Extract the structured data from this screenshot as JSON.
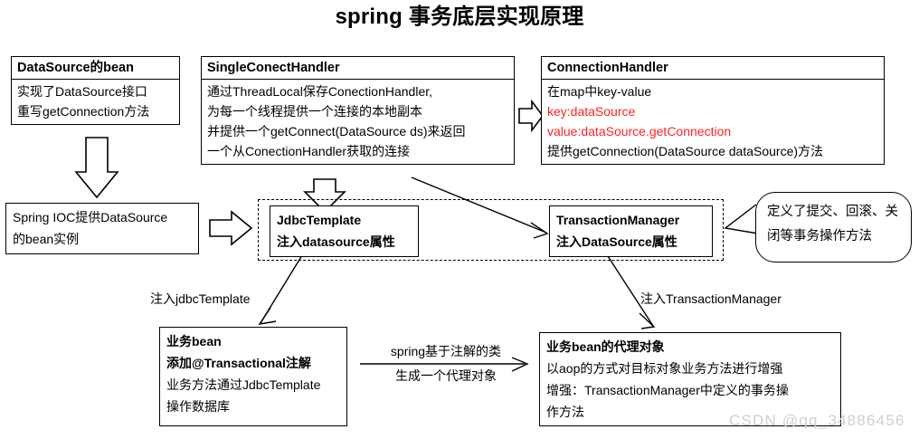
{
  "title": "spring 事务底层实现原理",
  "colors": {
    "stroke": "#000000",
    "highlight_red": "#ff2222",
    "watermark": "#cfcfcf",
    "background": "#ffffff"
  },
  "boxes": {
    "datasource_bean": {
      "header": "DataSource的bean",
      "lines": [
        "实现了DataSource接口",
        "重写getConnection方法"
      ]
    },
    "single_conect_handler": {
      "header": "SingleConectHandler",
      "lines": [
        "通过ThreadLocal保存ConectionHandler,",
        "为每一个线程提供一个连接的本地副本",
        "并提供一个getConnect(DataSource ds)来返回",
        "一个从ConectionHandler获取的连接"
      ]
    },
    "connection_handler": {
      "header": "ConnectionHandler",
      "lines": [
        {
          "text": "在map中key-value",
          "color": "black"
        },
        {
          "text": "key:dataSource",
          "color": "red"
        },
        {
          "text": "value:dataSource.getConnection",
          "color": "red"
        },
        {
          "text": "提供getConnection(DataSource dataSource)方法",
          "color": "black"
        }
      ]
    },
    "spring_ioc": {
      "lines": [
        "Spring IOC提供DataSource",
        "的bean实例"
      ]
    },
    "jdbc_template": {
      "lines": [
        "JdbcTemplate",
        "注入datasource属性"
      ]
    },
    "transaction_manager": {
      "lines": [
        "TransactionManager",
        "注入DataSource属性"
      ]
    },
    "callout": {
      "lines": [
        "定义了提交、回滚、关",
        "闭等事务操作方法"
      ]
    },
    "business_bean": {
      "lines": [
        {
          "text": "业务bean",
          "bold": true
        },
        {
          "text": "添加@Transactional注解",
          "bold": true
        },
        {
          "text": "业务方法通过JdbcTemplate",
          "bold": false
        },
        {
          "text": "操作数据库",
          "bold": false
        }
      ]
    },
    "business_bean_proxy": {
      "lines": [
        {
          "text": "业务bean的代理对象",
          "bold": true
        },
        {
          "text": "以aop的方式对目标对象业务方法进行增强",
          "bold": false
        },
        {
          "text": "增强：TransactionManager中定义的事务操",
          "bold": false
        },
        {
          "text": "作方法",
          "bold": false
        }
      ]
    }
  },
  "edge_labels": {
    "inject_jdbc_template": "注入jdbcTemplate",
    "inject_transaction_manager": "注入TransactionManager",
    "proxy_generation_line1": "spring基于注解的类",
    "proxy_generation_line2": "生成一个代理对象"
  },
  "watermark": "CSDN @qq_34886456"
}
